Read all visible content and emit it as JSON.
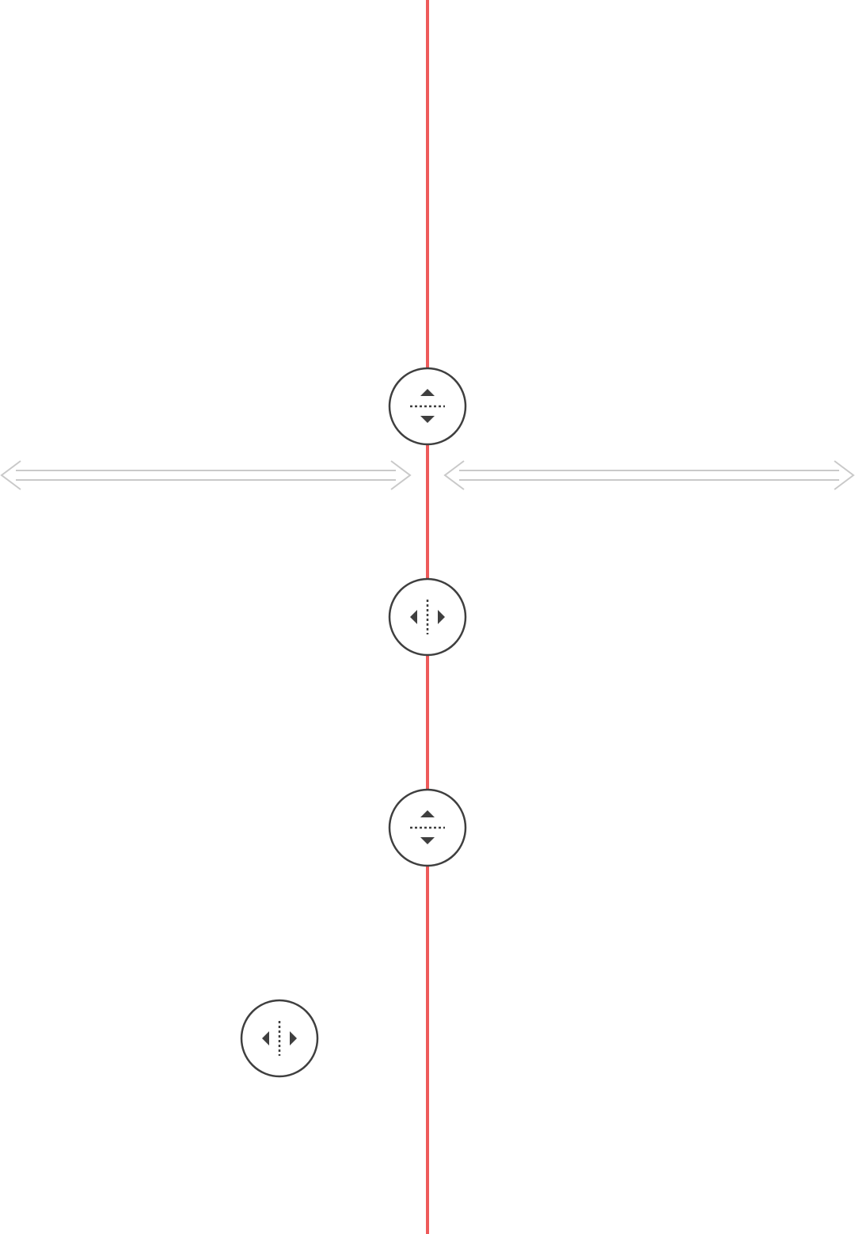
{
  "colors": {
    "background": "#ffffff",
    "divider_line": "#ee5a5a",
    "handle_stroke": "#3f3f3f",
    "handle_fill": "#ffffff",
    "handle_glyph": "#3f3f3f",
    "arrow_stroke": "#c9c9c9"
  },
  "divider": {
    "name": "vertical-divider-line",
    "orientation": "vertical"
  },
  "width_arrows": [
    {
      "name": "left-pane-width-arrow-icon",
      "icon": "double-headed-horizontal-arrow"
    },
    {
      "name": "right-pane-width-arrow-icon",
      "icon": "double-headed-horizontal-arrow"
    }
  ],
  "handles": [
    {
      "name": "resize-handle-vertical-1",
      "icon": "resize-vertical-icon",
      "axis": "vertical"
    },
    {
      "name": "resize-handle-horizontal-1",
      "icon": "resize-horizontal-icon",
      "axis": "horizontal"
    },
    {
      "name": "resize-handle-vertical-2",
      "icon": "resize-vertical-icon",
      "axis": "vertical"
    },
    {
      "name": "resize-handle-horizontal-2",
      "icon": "resize-horizontal-icon",
      "axis": "horizontal"
    }
  ]
}
